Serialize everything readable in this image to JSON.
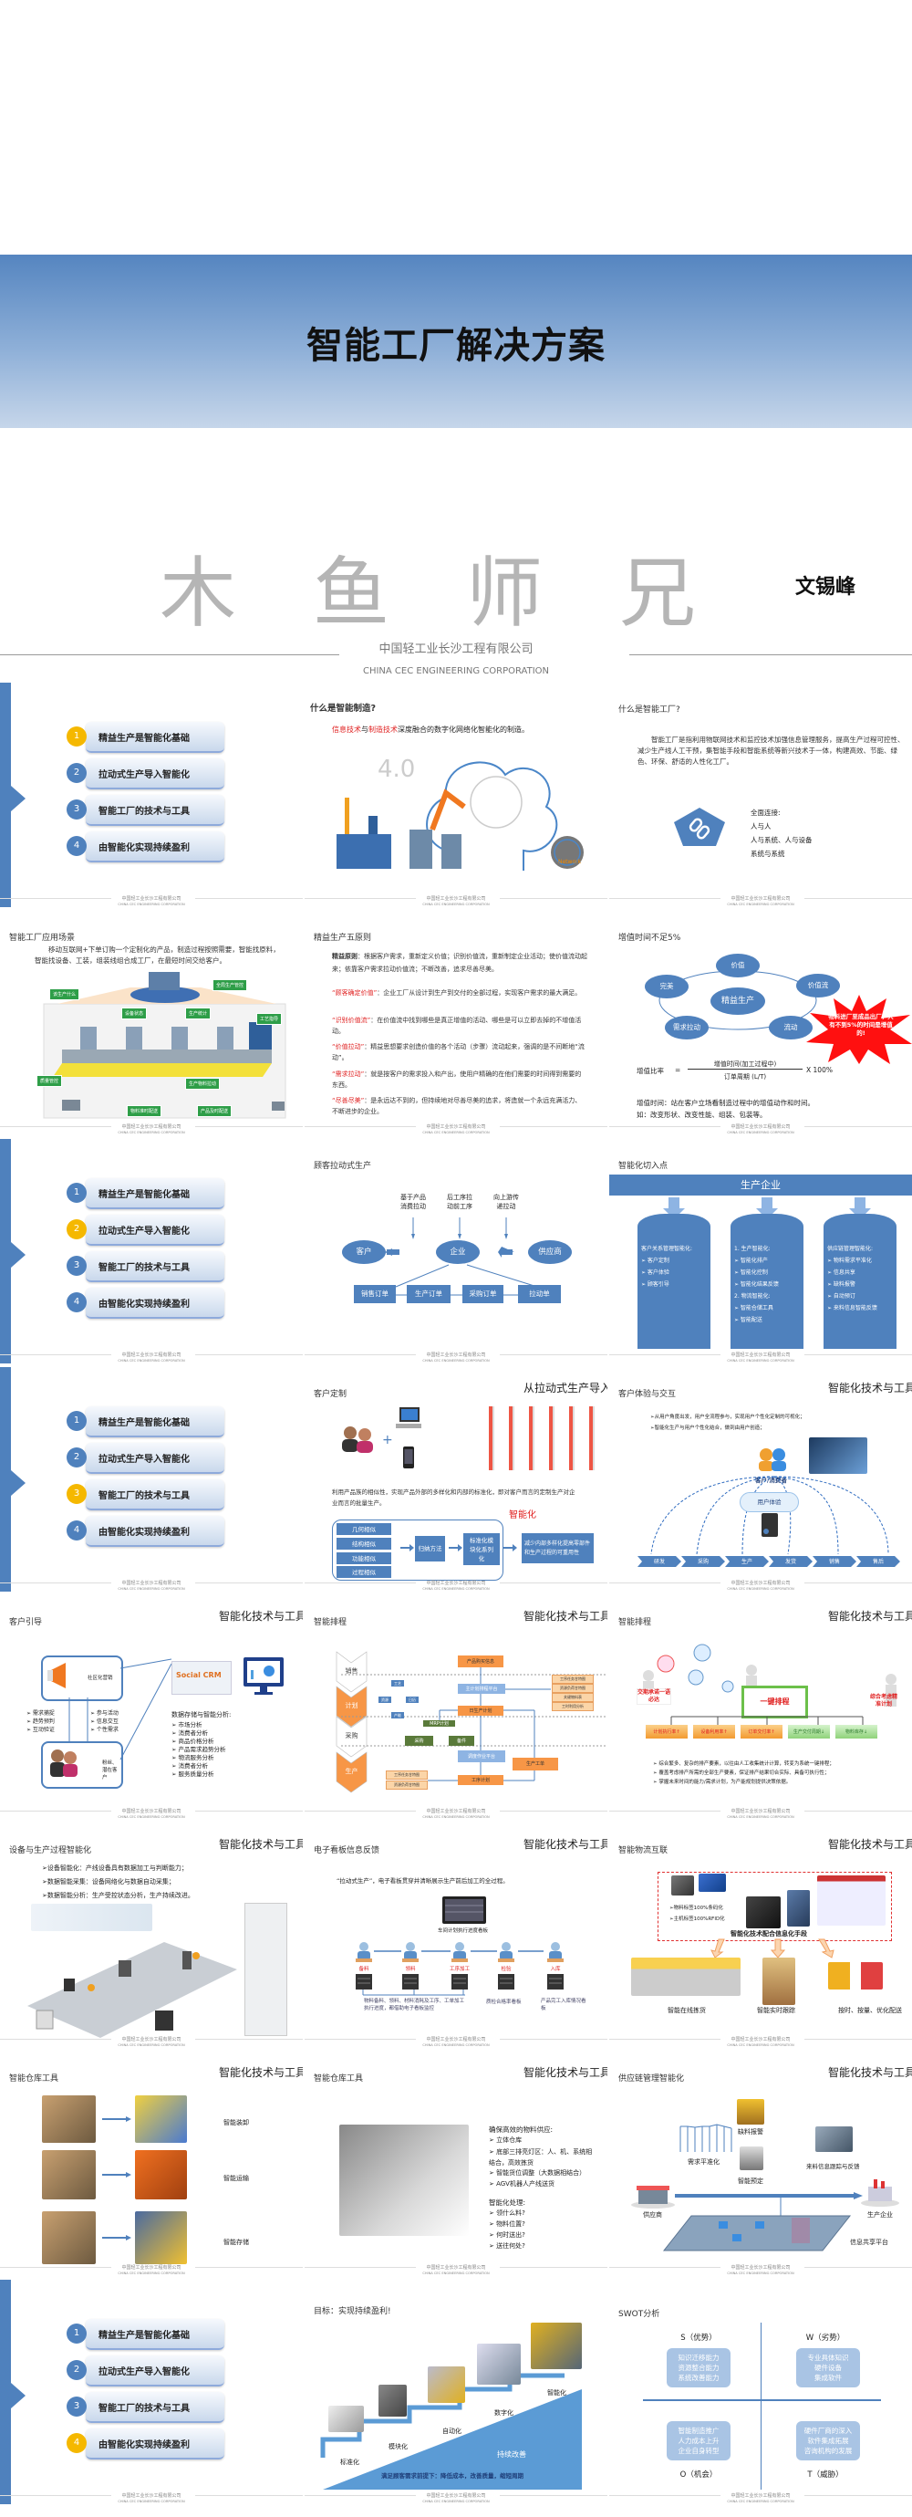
{
  "title_slide": {
    "title": "智能工厂解决方案",
    "author": "文锡峰",
    "company_cn": "中国轻工业长沙工程有限公司",
    "company_en": "CHINA CEC ENGINEERING CORPORATION"
  },
  "watermark": "木鱼师兄",
  "footer": {
    "cn": "中国轻工业长沙工程有限公司",
    "en": "CHINA CEC ENGINEERING CORPORATION"
  },
  "section_header": "智能化技术与工具",
  "colors": {
    "primary": "#4f81bd",
    "active": "#f5b800",
    "red": "#e02020",
    "orange": "#f79646",
    "green": "#3cb44b"
  },
  "agenda": {
    "numbers": [
      "1",
      "2",
      "3",
      "4"
    ],
    "items": [
      "精益生产是智能化基础",
      "拉动式生产导入智能化",
      "智能工厂的技术与工具",
      "由智能化实现持续盈利"
    ]
  },
  "slides": [
    {
      "kind": "agenda",
      "active": 0
    },
    {
      "kind": "smart-manufacturing",
      "title": "什么是智能制造?",
      "def": [
        "信息技术",
        "与",
        "制造技术",
        "深度融合的数字化网络化智能化的制造。"
      ],
      "badge": "4.0",
      "network": "Network"
    },
    {
      "kind": "smart-factory",
      "title": "什么是智能工厂?",
      "para": "智能工厂是指利用物联网技术和监控技术加强信息管理服务，提高生产过程可控性、减少生产线人工干预，集智能手段和智能系统等新兴技术于一体，构建高效、节能、绿色、环保、舒适的人性化工厂。",
      "list": [
        "全面连接:",
        "人与人",
        "人与系统、人与设备",
        "系统与系统"
      ]
    },
    {
      "kind": "scenario",
      "title": "智能工厂应用场景",
      "para": "移动互联网+下单订购一个定制化的产品，制造过程按照需要，智能找原料，智能找设备、工装，组装线组合成工厂，在最短时间交给客户。",
      "labels": [
        "该生产什么",
        "全局生产管控",
        "设备状态",
        "生产统计",
        "工艺指导",
        "质量管控",
        "生产物料拉动",
        "物料准时配送",
        "产品及时配送"
      ]
    },
    {
      "kind": "lean-principles",
      "title": "精益生产五原则",
      "lead": "精益原则",
      "lead_text": "：根据客户需求，重新定义价值；识别价值流，重新制定企业活动；使价值流动起来；依靠客户需求拉动价值流；不断改善，追求尽善尽美。",
      "principles": [
        {
          "term": "“顾客确定价值”",
          "text": "：企业工厂从设计到生产到交付的全部过程，实现客户需求的最大满足。"
        },
        {
          "term": "“识别价值流”",
          "text": "：在价值流中找到哪些是真正增值的活动、哪些是可以立即去掉的不增值活动。"
        },
        {
          "term": "“价值拉动”",
          "text": "：精益思想要求创造价值的各个活动（步骤）流动起来，强调的是不间断地“流动”。"
        },
        {
          "term": "“需求拉动”",
          "text": "：就是按客户的需求投入和产出，使用户精确的在他们需要的时间得到需要的东西。"
        },
        {
          "term": "“尽善尽美”",
          "text": "：是永远达不到的，但持续地对尽善尽美的追求，将造就一个永远充满活力、不断进步的企业。"
        }
      ]
    },
    {
      "kind": "value-time",
      "title": "增值时间不足5%",
      "center": "精益生产",
      "nodes": [
        "价值",
        "价值流",
        "流动",
        "需求拉动",
        "完美"
      ],
      "burst": "物料进厂至成品出厂，只有不到5%的时间是增值的!",
      "formula": {
        "label": "增值比率",
        "eq": "=",
        "num": "增值时间(加工过程中)",
        "den": "订单周期 (L/T)",
        "mult": "X 100%"
      },
      "notes": [
        "增值时间：站在客户立场看制造过程中的增值动作和时间。",
        "如：改变形状、改变性能、组装、包装等。"
      ]
    },
    {
      "kind": "agenda",
      "active": 1
    },
    {
      "kind": "pull",
      "title": "顾客拉动式生产",
      "pulls": [
        "基于产品消费拉动",
        "后工序拉动前工序",
        "向上游传递拉动"
      ],
      "parties": [
        "客户",
        "企业",
        "供应商"
      ],
      "orders": [
        "销售订单",
        "生产订单",
        "采购订单",
        "拉动单"
      ]
    },
    {
      "kind": "entry-points",
      "title": "智能化切入点",
      "banner": "生产企业",
      "columns": [
        [
          "客户关系管理智能化:",
          "➢ 客户定制",
          "➢ 客户体验",
          "➢ 顾客引导"
        ],
        [
          "1. 生产智能化:",
          "➢ 智能化排产",
          "➢ 智能化控制",
          "➢ 智能化结果反馈",
          "2. 物流智能化:",
          "➢ 智能仓储工具",
          "➢ 智能配送"
        ],
        [
          "供应链管理智能化:",
          "➢ 物料需求平准化",
          "➢ 信息共享",
          "➢ 缺料报警",
          "➢ 自动预订",
          "➢ 来料信息智能反馈"
        ]
      ]
    },
    {
      "kind": "agenda",
      "active": 2
    },
    {
      "kind": "customization",
      "title": "客户定制",
      "header": "从拉动式生产导入",
      "para": "利用产品族的相似性，实现产品外部的多样化和内部的标准化，即对客户而言的定制生产对企业而言的批量生产。",
      "tag": "智能化",
      "similar": [
        "几何相似",
        "结构相似",
        "功能相似",
        "过程相似"
      ],
      "method": "归纳方法",
      "std": "标准化模块化系列化",
      "result": "减少内部多样化提高零部件和生产过程的可重用性"
    },
    {
      "kind": "experience",
      "title": "客户体验与交互",
      "header": "智能化技术与工具",
      "bullets": [
        "➢从用户角度出发，用户全流程参与，实现用户个性化定制的可视化；",
        "➢智能化生产与用户个性化结合，做到由用户创造；"
      ],
      "consumer": "客户/消费者",
      "cloud": "用户体验",
      "stages": [
        "研发",
        "采购",
        "生产",
        "发货",
        "销售",
        "售后"
      ]
    },
    {
      "kind": "guidance",
      "title": "客户引导",
      "header": "智能化技术与工具",
      "marketing": "社区化营销",
      "fans": "粉丝、潜在客户",
      "left_bullets": [
        "➢ 需求捕捉",
        "➢ 趋势预判",
        "➢ 互动验证"
      ],
      "right_bullets": [
        "➢ 参与活动",
        "➢ 信息交互",
        "➢ 个性需求"
      ],
      "crm": "Social CRM",
      "analysis_title": "数据存储与智能分析:",
      "analysis": [
        "➢ 市场分析",
        "➢ 消费者分析",
        "➢ 商品价格分析",
        "➢ 产品需求趋势分析",
        "➢ 物流服务分析",
        "➢ 消费者分析",
        "➢ 服务质量分析"
      ]
    },
    {
      "kind": "scheduling-flow",
      "title": "智能排程",
      "header": "智能化技术与工具",
      "phases": [
        "销售",
        "计划",
        "采购",
        "生产"
      ],
      "boxes": [
        "产品购买信息",
        "主计划排程平台",
        "日生产计划",
        "MRP计划",
        "采购",
        "备件",
        "调度作业平台",
        "生产工单",
        "工序计划"
      ],
      "outputs": [
        "工序任务甘特图",
        "资源负荷甘特图",
        "关键物料表",
        "工时利用分析"
      ],
      "sub_outputs": [
        "工序任务甘特图",
        "资源负荷甘特图"
      ],
      "inputs": [
        "工艺",
        "资源",
        "产能",
        "日历"
      ]
    },
    {
      "kind": "scheduling",
      "title": "智能排程",
      "header": "智能化技术与工具",
      "promise": "交期承诺一语必达",
      "oneclick": "一键排程",
      "plan": "综合考虑精准计划",
      "kpis": [
        "计划执行率↑",
        "设备利用率↑",
        "订单交付率↑",
        "生产交付周期↓",
        "物料库存↓"
      ],
      "bullets": [
        "➢ 综合繁多、复杂的排产要素，以往由人工收集统计计算，转变为系统一键排程；",
        "➢ 覆盖考虑排产所需的全部生产要素，保证排产结果切合实际、具备可执行性；",
        "➢ 掌握未来时间的能力/需求计划，为产能规划提供决策依据。"
      ]
    },
    {
      "kind": "equipment",
      "title": "设备与生产过程智能化",
      "header": "智能化技术与工具",
      "bullets": [
        "➢设备智能化：产线设备具有数据加工与判断能力；",
        "➢数据智能采集：设备网络化与数据自动采集；",
        "➢数据智能分析：生产受控状态分析，生产持续改进。"
      ]
    },
    {
      "kind": "kanban",
      "title": "电子看板信息反馈",
      "header": "智能化技术与工具",
      "para": "“拉动式生产”，电子看板贯穿并清晰展示生产前后加工的全过程。",
      "board": "车间计划执行进度看板",
      "steps": [
        "备料",
        "领料",
        "工序加工",
        "检验",
        "入库"
      ],
      "captions": [
        "物料备料、领料、材料消耗及工序、工单加工执行进度，都借助电子看板监控",
        "质检合格率看板",
        "产品完工入库情况看板"
      ]
    },
    {
      "kind": "logistics",
      "title": "智能物流互联",
      "header": "智能化技术与工具",
      "tags": [
        "➢物料标签100%条码化",
        "➢主机标签100%RFID化"
      ],
      "caption": "智能化技术配合信息化手段",
      "outcomes": [
        "智能在线拣货",
        "智能实时跟踪",
        "按时、按量、优化配送"
      ]
    },
    {
      "kind": "warehouse-tools",
      "title": "智能仓库工具",
      "header": "智能化技术与工具",
      "labels": [
        "智能装卸",
        "智能运输",
        "智能存储"
      ]
    },
    {
      "kind": "warehouse",
      "title": "智能仓库工具",
      "header": "智能化技术与工具",
      "supply_title": "确保高效的物料供应:",
      "supply": [
        "➢ 立体仓库",
        "➢ 底部三排亮灯区：人、机、系统相结合，高效拣货",
        "➢ 智能货位调整（大数据相结合）",
        "➢ AGV机器人产线送货"
      ],
      "process_title": "智能化处理:",
      "process": [
        "➢ 领什么料?",
        "➢ 物料位置?",
        "➢ 何时送出?",
        "➢ 送往何处?"
      ]
    },
    {
      "kind": "supply-chain",
      "title": "供应链管理智能化",
      "header": "智能化技术与工具",
      "labels": {
        "leveling": "需求平准化",
        "alarm": "缺料报警",
        "booking": "智能预定",
        "tracking": "来料信息跟踪与反馈",
        "supplier": "供应商",
        "enterprise": "生产企业",
        "platform": "信息共享平台"
      }
    },
    {
      "kind": "agenda",
      "active": 3
    },
    {
      "kind": "goal",
      "title": "目标：实现持续盈利!",
      "steps": [
        "标准化",
        "模块化",
        "自动化",
        "数字化",
        "智能化"
      ],
      "improve": "持续改善",
      "premise": "满足顾客需求前提下：降低成本，改善质量，缩短周期"
    },
    {
      "kind": "swot",
      "title": "SWOT分析",
      "quadrants": [
        {
          "label": "S（优势）",
          "items": [
            "知识迁移能力",
            "资源整合能力",
            "系统改善能力"
          ]
        },
        {
          "label": "W（劣势）",
          "items": [
            "专业具体知识",
            "硬件设备",
            "集成软件"
          ]
        },
        {
          "label": "O（机会）",
          "items": [
            "智能制造推广",
            "人力成本上升",
            "企业自身转型"
          ]
        },
        {
          "label": "T（威胁）",
          "items": [
            "硬件厂商的深入",
            "软件集成拓展",
            "咨询机构的发展"
          ]
        }
      ]
    }
  ]
}
